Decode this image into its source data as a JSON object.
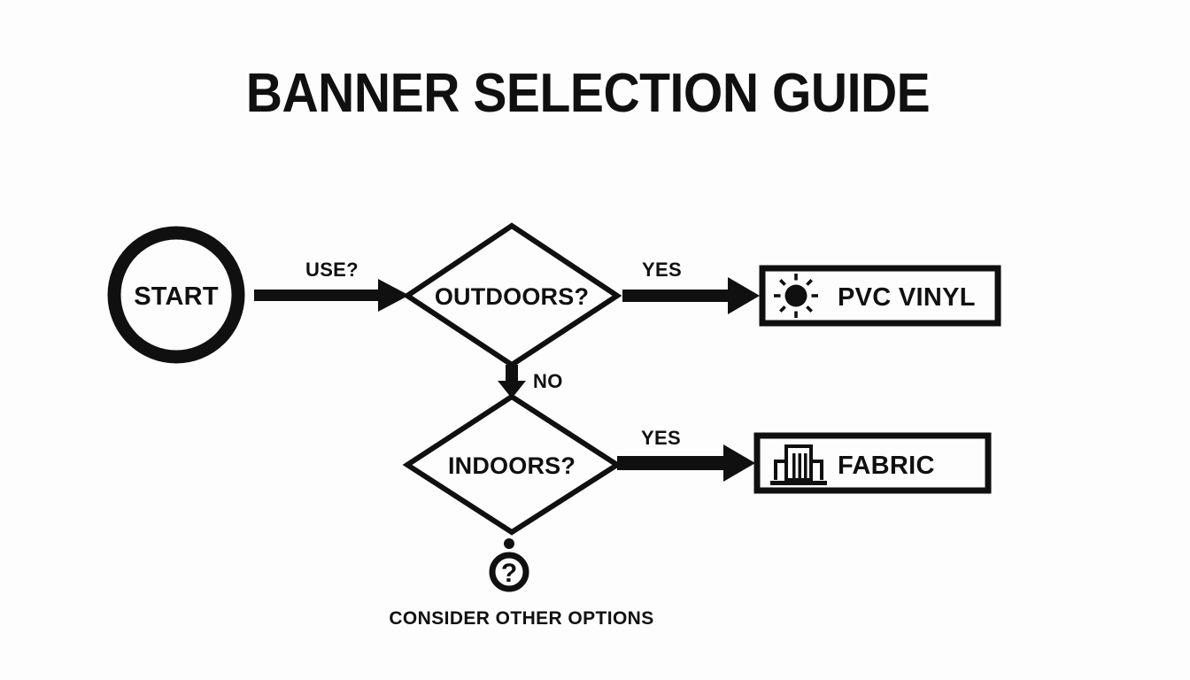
{
  "page": {
    "title": "BANNER SELECTION GUIDE",
    "background_color": "#fdfdfd",
    "ink_color": "#101010"
  },
  "flowchart": {
    "start_node": {
      "label": "START",
      "shape": "circle"
    },
    "decisions": [
      {
        "id": "outdoors",
        "label": "OUTDOORS?",
        "shape": "diamond",
        "yes_label": "YES",
        "no_label": "NO"
      },
      {
        "id": "indoors",
        "label": "INDOORS?",
        "shape": "diamond",
        "yes_label": "YES"
      }
    ],
    "edges": [
      {
        "id": "start-to-outdoors",
        "label": "USE?"
      },
      {
        "id": "outdoors-yes",
        "label": "YES"
      },
      {
        "id": "outdoors-no",
        "label": "NO"
      },
      {
        "id": "indoors-yes",
        "label": "YES"
      }
    ],
    "outcomes": [
      {
        "id": "pvc-vinyl",
        "label": "PVC VINYL",
        "icon": "sun-icon",
        "shape": "rectangle"
      },
      {
        "id": "fabric",
        "label": "FABRIC",
        "icon": "building-icon",
        "shape": "rectangle"
      }
    ],
    "fallback": {
      "marker": "?",
      "caption": "CONSIDER OTHER OPTIONS",
      "shape": "circle"
    }
  }
}
